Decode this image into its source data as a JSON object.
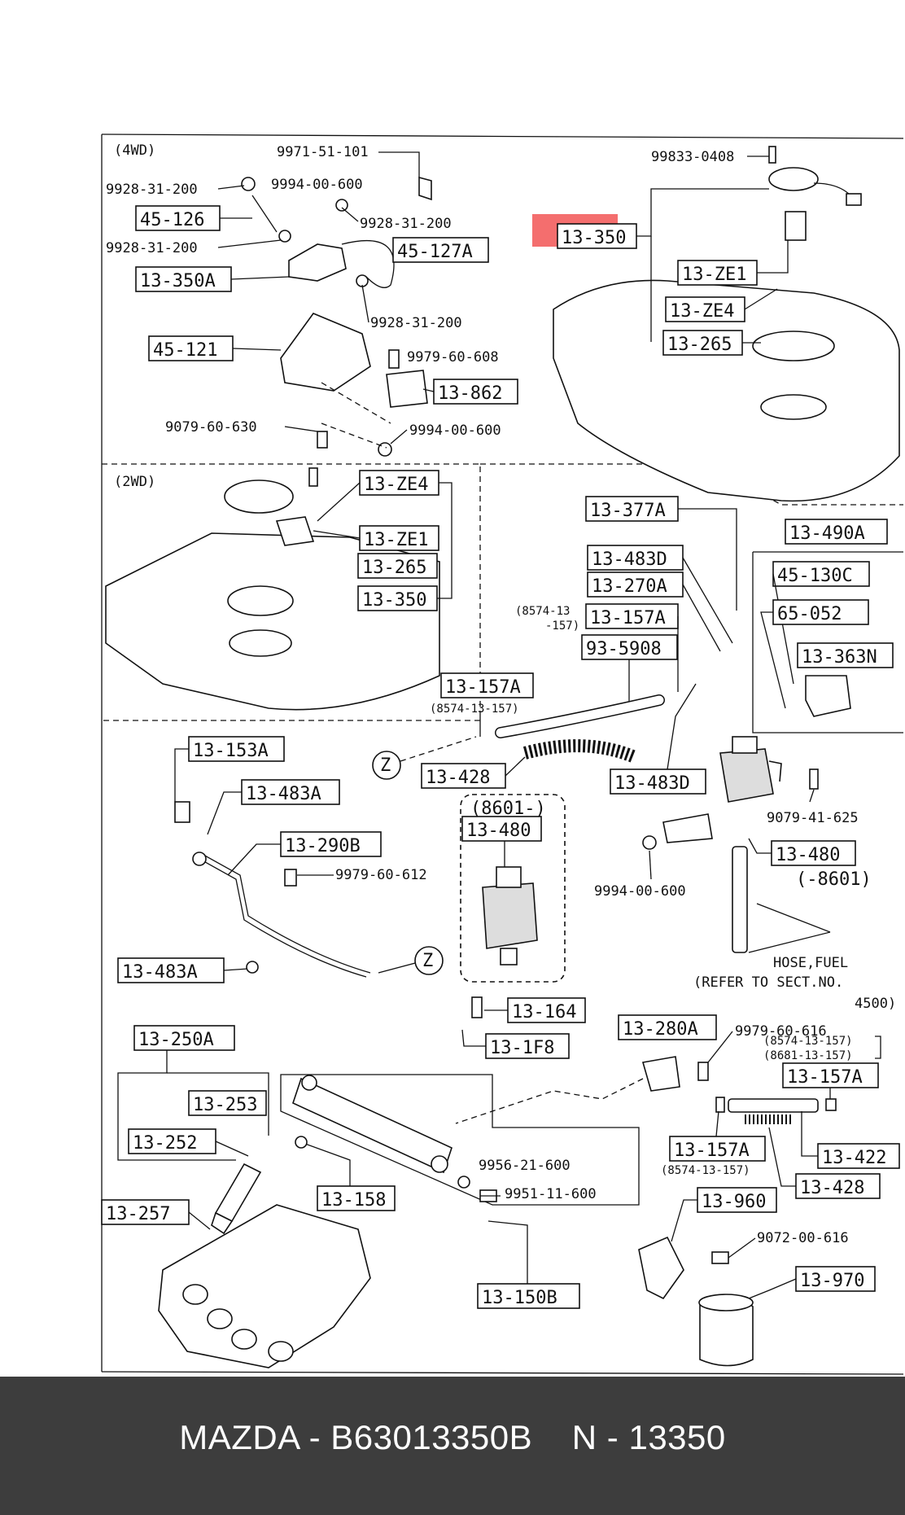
{
  "diagram": {
    "sections": {
      "four_wd": "(4WD)",
      "two_wd": "(2WD)"
    },
    "highlight_color": "#f25555",
    "highlighted_part": "13-350",
    "labels": {
      "p_13_350": "13-350",
      "p_99833_0408": "99833-0408",
      "p_13_ze1_top": "13-ZE1",
      "p_13_ze4_top": "13-ZE4",
      "p_13_265_top": "13-265",
      "p_9971_51_101": "9971-51-101",
      "p_9994_00_600_a": "9994-00-600",
      "p_9928_31_200_a": "9928-31-200",
      "p_9928_31_200_b": "9928-31-200",
      "p_9928_31_200_c": "9928-31-200",
      "p_9928_31_200_d": "9928-31-200",
      "p_45_126": "45-126",
      "p_45_127a": "45-127A",
      "p_13_350a": "13-350A",
      "p_45_121": "45-121",
      "p_9979_60_608": "9979-60-608",
      "p_13_862": "13-862",
      "p_9079_60_630": "9079-60-630",
      "p_9994_00_600_b": "9994-00-600",
      "p_13_ze4_2wd": "13-ZE4",
      "p_13_ze1_2wd": "13-ZE1",
      "p_13_265_2wd": "13-265",
      "p_13_350_2wd": "13-350",
      "p_13_377a": "13-377A",
      "p_13_490a": "13-490A",
      "p_13_483d_a": "13-483D",
      "p_13_270a": "13-270A",
      "p_45_130c": "45-130C",
      "p_8574_13": "(8574-13",
      "p_157": "-157)",
      "p_13_157a_a": "13-157A",
      "p_65_052": "65-052",
      "p_93_5908": "93-5908",
      "p_13_363n": "13-363N",
      "p_13_157a_b": "13-157A",
      "p_8574_13_157_a": "(8574-13-157)",
      "p_z_a": "Z",
      "p_13_428_a": "13-428",
      "p_13_483d_b": "13-483D",
      "p_9079_41_625": "9079-41-625",
      "p_13_153a": "13-153A",
      "p_13_483a_a": "13-483A",
      "p_8601_dash": "(8601-)",
      "p_13_480_a": "13-480",
      "p_13_290b": "13-290B",
      "p_9979_60_612": "9979-60-612",
      "p_13_480_b": "13-480",
      "p_8601_b": "(-8601)",
      "p_9994_00_600_c": "9994-00-600",
      "p_13_483a_b": "13-483A",
      "p_z_b": "Z",
      "p_hose_fuel": "HOSE,FUEL",
      "p_refer": "(REFER TO SECT.NO.",
      "p_4500": "4500)",
      "p_13_164": "13-164",
      "p_13_1f8": "13-1F8",
      "p_13_250a": "13-250A",
      "p_13_280a": "13-280A",
      "p_9979_60_616": "9979-60-616",
      "p_8574_13_157_b": "(8574-13-157)",
      "p_8681_13_157": "(8681-13-157)",
      "p_13_157a_c": "13-157A",
      "p_13_253": "13-253",
      "p_13_422": "13-422",
      "p_13_252": "13-252",
      "p_9956_21_600": "9956-21-600",
      "p_13_157a_d": "13-157A",
      "p_9951_11_600": "9951-11-600",
      "p_8574_13_157_c": "(8574-13-157)",
      "p_13_428_b": "13-428",
      "p_13_257": "13-257",
      "p_13_158": "13-158",
      "p_13_960": "13-960",
      "p_9072_00_616": "9072-00-616",
      "p_13_970": "13-970",
      "p_13_150b": "13-150B"
    }
  },
  "footer": {
    "text": "MAZDA - B63013350B    N - 13350",
    "background": "#3d3d3d"
  }
}
